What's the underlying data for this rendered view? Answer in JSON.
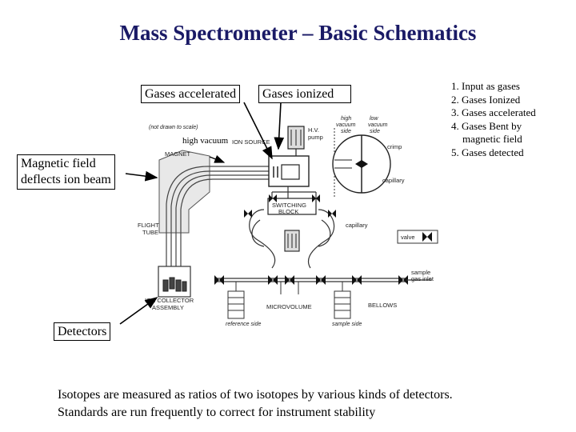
{
  "title": "Mass Spectrometer – Basic Schematics",
  "callouts": {
    "gases_accelerated": "Gases accelerated",
    "gases_ionized": "Gases ionized",
    "high_vacuum": "high vacuum",
    "magnetic_field": [
      "Magnetic field",
      "deflects ion beam"
    ],
    "detectors": "Detectors"
  },
  "steps": [
    "1. Input as gases",
    "2. Gases Ionized",
    "3. Gases accelerated",
    "4. Gases Bent by",
    "magnetic field",
    "5. Gases detected"
  ],
  "diagram_labels": {
    "not_to_scale": "(not drawn to scale)",
    "magnet": "MAGNET",
    "ion_source": "ION SOURCE",
    "hv_pump_1": "H.V.",
    "hv_pump_2": "pump",
    "high_side_1": "high",
    "high_side_2": "vacuum",
    "high_side_3": "side",
    "low_side_1": "low",
    "low_side_2": "vacuum",
    "low_side_3": "side",
    "crimp": "crimp",
    "capillary": "capillary",
    "switching_1": "SWITCHING",
    "switching_2": "BLOCK",
    "capillary_2": "capillary",
    "valve": "valve",
    "flight_1": "FLIGHT",
    "flight_2": "TUBE",
    "sample_1": "sample",
    "sample_2": "gas inlet",
    "ion_collector_1": "ION COLLECTOR",
    "ion_collector_2": "ASSEMBLY",
    "microvolume": "MICROVOLUME",
    "bellows": "BELLOWS",
    "reference_side": "reference side",
    "sample_side": "sample side"
  },
  "footer": [
    "Isotopes are measured as ratios of two isotopes by various kinds of detectors.",
    "Standards are run frequently to correct for instrument stability"
  ]
}
